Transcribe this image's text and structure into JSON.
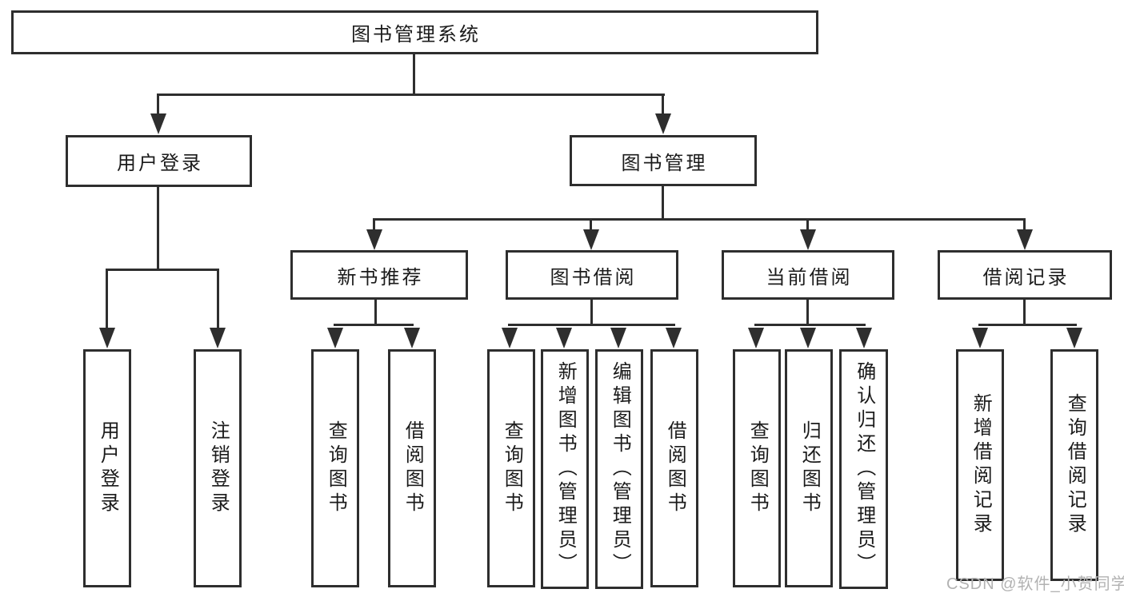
{
  "diagram": {
    "title": "图书管理系统",
    "branches": [
      {
        "label": "用户登录",
        "children": [
          "用户登录",
          "注销登录"
        ]
      },
      {
        "label": "图书管理",
        "modules": [
          {
            "label": "新书推荐",
            "children": [
              "查询图书",
              "借阅图书"
            ]
          },
          {
            "label": "图书借阅",
            "children": [
              "查询图书",
              "新增图书（管理员）",
              "编辑图书（管理员）",
              "借阅图书"
            ]
          },
          {
            "label": "当前借阅",
            "children": [
              "查询图书",
              "归还图书",
              "确认归还（管理员）"
            ]
          },
          {
            "label": "借阅记录",
            "children": [
              "新增借阅记录",
              "查询借阅记录"
            ]
          }
        ]
      }
    ],
    "colors": {
      "line": "#2e2e2e",
      "text": "#1b1b1b",
      "watermark": "#b2b2b2",
      "background": "#ffffff"
    }
  },
  "watermark": "CSDN @软件_小贺同学"
}
